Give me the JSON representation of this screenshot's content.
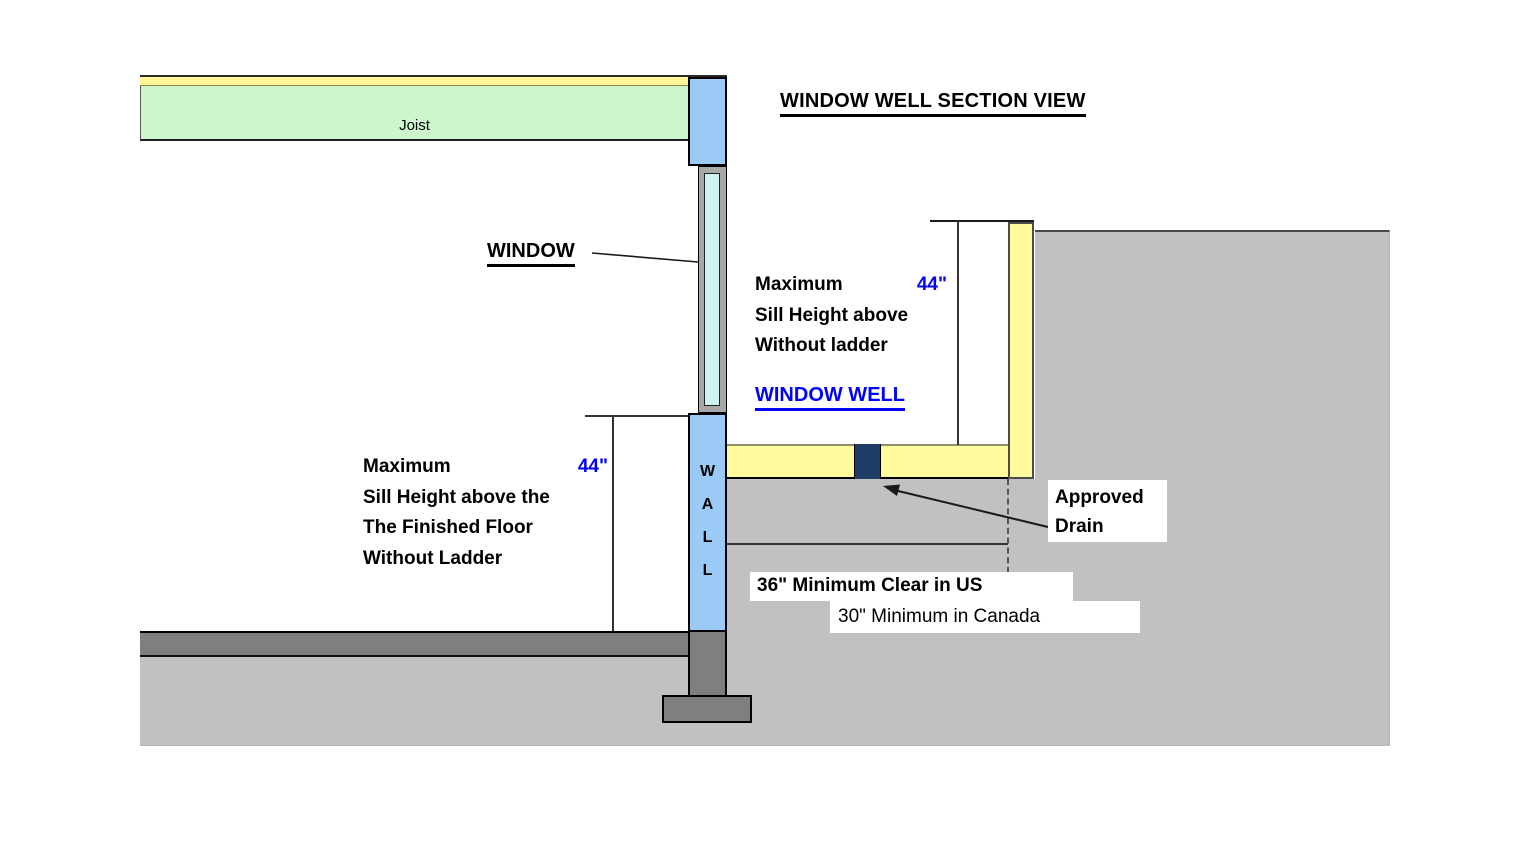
{
  "title": "WINDOW WELL SECTION VIEW",
  "labels": {
    "joist": "Joist",
    "window": "WINDOW",
    "window_well": "WINDOW WELL",
    "wall_letters": [
      "W",
      "A",
      "L",
      "L"
    ],
    "approved_drain_line1": "Approved",
    "approved_drain_line2": "Drain"
  },
  "annotations": {
    "right_sill": {
      "prefix": "Maximum",
      "value": "44\"",
      "line2": "Sill Height above",
      "line3": "Without ladder"
    },
    "left_sill": {
      "prefix": "Maximum",
      "value": "44\"",
      "line2": "Sill Height above the",
      "line3": "The Finished Floor",
      "line4": "Without Ladder"
    },
    "clearance_us": "36\" Minimum Clear in US",
    "clearance_canada": "30\" Minimum in Canada"
  },
  "colors": {
    "wall_blue": "#9CCAF6",
    "glass_cyan": "#CDF3F0",
    "frame_gray": "#A8A8A8",
    "joist_green": "#CFF5CC",
    "subfloor_yellow": "#FFF799",
    "well_yellow": "#FFFB9D",
    "earth": "#C1C1C1",
    "concrete": "#7F7F7F",
    "drain_navy": "#1E3C64",
    "accent_blue": "#0000FF"
  }
}
